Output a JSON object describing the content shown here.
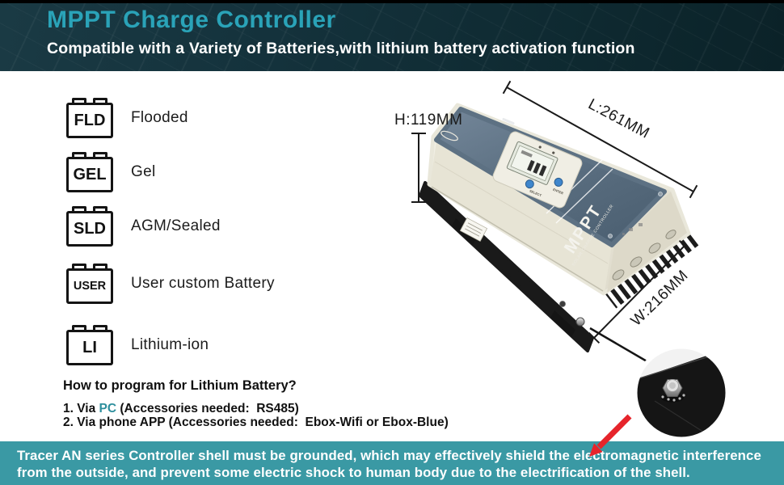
{
  "header": {
    "title": "MPPT Charge Controller",
    "subtitle": "Compatible with a Variety of Batteries,with lithium battery activation function",
    "title_color": "#2aa3b8",
    "bg_color": "#14323c"
  },
  "battery_types": [
    {
      "code": "FLD",
      "label": "Flooded"
    },
    {
      "code": "GEL",
      "label": "Gel"
    },
    {
      "code": "SLD",
      "label": "AGM/Sealed"
    },
    {
      "code": "USER",
      "label": "User custom Battery"
    },
    {
      "code": "LI",
      "label": "Lithium-ion"
    }
  ],
  "program_section": {
    "title": "How to program for Lithium Battery?",
    "item1_prefix": "1. Via ",
    "item1_link": "PC",
    "item1_suffix": " (Accessories needed:  RS485)",
    "item2": "2. Via phone APP (Accessories needed:  Ebox-Wifi or Ebox-Blue)",
    "link_color": "#2e8f9d"
  },
  "product": {
    "dim_height": "H:119MM",
    "dim_length": "L:261MM",
    "dim_width": "W:216MM",
    "panel_title": "MPPT",
    "panel_subtitle": "SOLAR CHARGE CONTROLLER",
    "display_button_left": "SELECT",
    "display_button_right": "ENTER",
    "accent_slate": "#5d7183",
    "body_cream": "#ecead e"
  },
  "footer_banner": {
    "line1": "Tracer AN series Controller shell must be grounded, which may effectively shield the electromagnetic interference",
    "line2": "from the outside, and prevent some electric shock to human body due to the electrification of the shell.",
    "bg_color": "#3a99a4",
    "arrow_color": "#e6242b"
  }
}
